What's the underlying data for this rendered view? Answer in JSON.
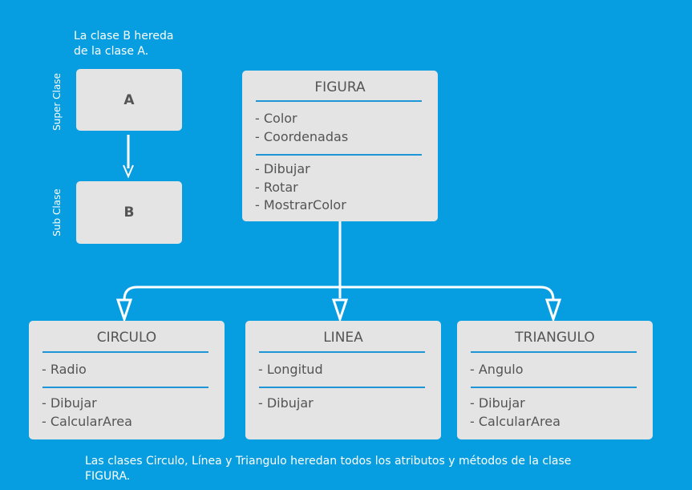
{
  "example": {
    "note": [
      "La clase B hereda",
      "de la clase A."
    ],
    "super_label": "Super Clase",
    "sub_label": "Sub Clase",
    "class_a": "A",
    "class_b": "B"
  },
  "classes": {
    "figura": {
      "name": "FIGURA",
      "attributes": [
        "- Color",
        "- Coordenadas"
      ],
      "methods": [
        "- Dibujar",
        "- Rotar",
        "- MostrarColor"
      ]
    },
    "circulo": {
      "name": "CIRCULO",
      "attributes": [
        "- Radio"
      ],
      "methods": [
        "- Dibujar",
        "- CalcularArea"
      ]
    },
    "linea": {
      "name": "LINEA",
      "attributes": [
        "- Longitud"
      ],
      "methods": [
        "- Dibujar"
      ]
    },
    "triangulo": {
      "name": "TRIANGULO",
      "attributes": [
        "- Angulo"
      ],
      "methods": [
        "- Dibujar",
        "- CalcularArea"
      ]
    }
  },
  "caption": [
    "Las clases Circulo, Línea y Triangulo heredan todos los atributos y métodos de la clase",
    "FIGURA."
  ],
  "colors": {
    "background": "#069ee0",
    "box": "#e4e4e4",
    "box_text": "#545454",
    "separator": "#1d96d7",
    "connector": "#ffffff"
  }
}
